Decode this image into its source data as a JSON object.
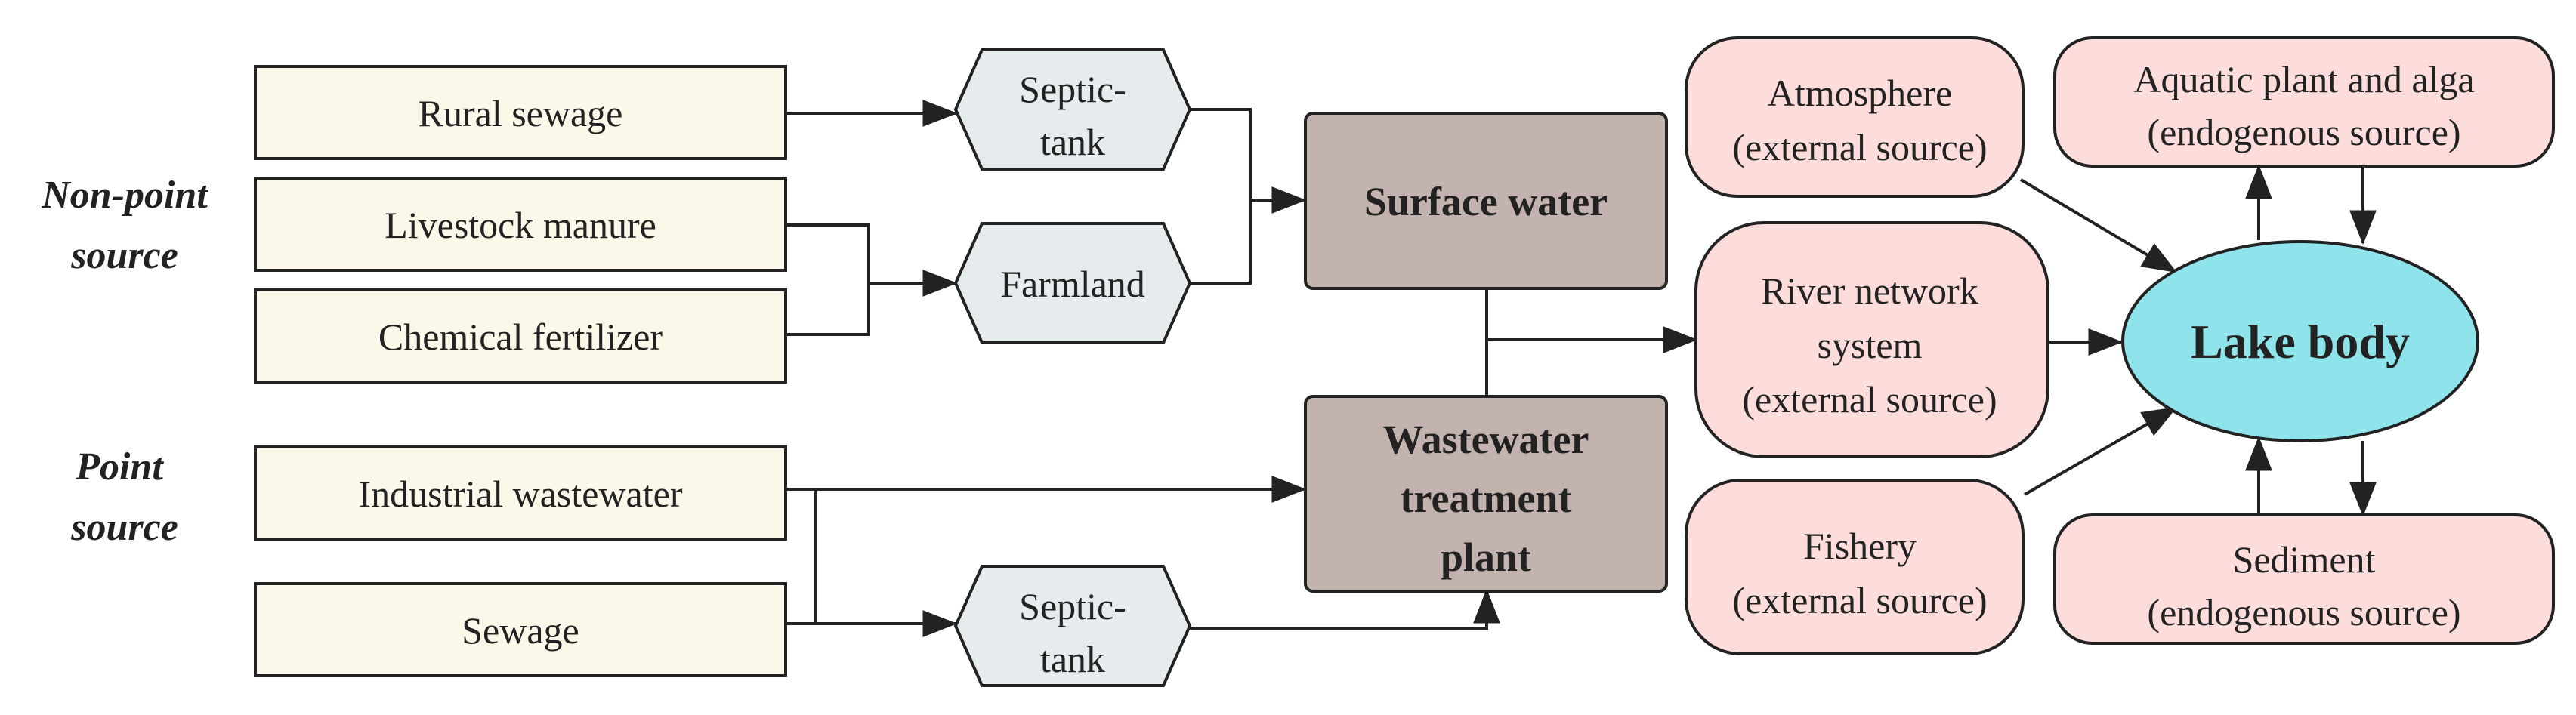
{
  "side_labels": {
    "nonpoint": [
      "Non-point",
      "source"
    ],
    "point": [
      "Point",
      "source"
    ]
  },
  "sources": {
    "rural_sewage": "Rural sewage",
    "livestock_manure": "Livestock manure",
    "chemical_fertilizer": "Chemical fertilizer",
    "industrial_wastewater": "Industrial wastewater",
    "sewage": "Sewage"
  },
  "intermediate": {
    "septic_tank_top": [
      "Septic-",
      "tank"
    ],
    "farmland": "Farmland",
    "septic_tank_bottom": [
      "Septic-",
      "tank"
    ]
  },
  "treatment": {
    "surface_water": "Surface water",
    "wastewater_plant": [
      "Wastewater",
      "treatment",
      "plant"
    ]
  },
  "external": {
    "atmosphere": [
      "Atmosphere",
      "(external source)"
    ],
    "river_network": [
      "River network",
      "system",
      "(external source)"
    ],
    "fishery": [
      "Fishery",
      "(external source)"
    ]
  },
  "endogenous": {
    "aquatic_plant": [
      "Aquatic plant and alga",
      "(endogenous source)"
    ],
    "sediment": [
      "Sediment",
      "(endogenous source)"
    ]
  },
  "lake": "Lake body",
  "colors": {
    "source_fill": "#fbf8ea",
    "hex_fill": "#e6ebee",
    "brown_fill": "#c3b3ae",
    "pink_fill": "#fddcdc",
    "lake_fill": "#8fe3ea",
    "stroke": "#222222"
  }
}
